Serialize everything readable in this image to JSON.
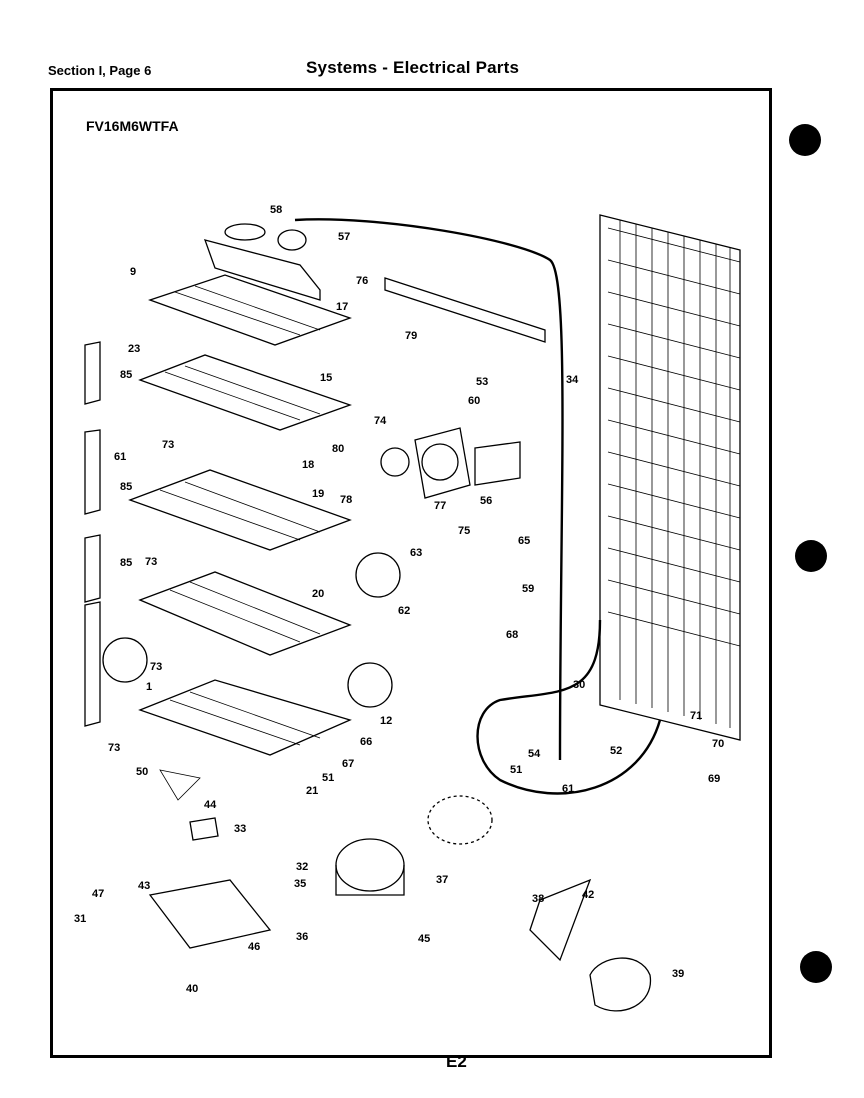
{
  "header": {
    "section": "Section I, Page 6",
    "title": "Systems - Electrical Parts"
  },
  "model": "FV16M6WTFA",
  "page_number": "E2",
  "part_labels": [
    "58",
    "57",
    "9",
    "76",
    "17",
    "79",
    "23",
    "85",
    "15",
    "53",
    "60",
    "34",
    "74",
    "80",
    "61",
    "73",
    "18",
    "56",
    "77",
    "78",
    "19",
    "75",
    "65",
    "85",
    "63",
    "73",
    "59",
    "85",
    "62",
    "20",
    "68",
    "73",
    "1",
    "30",
    "12",
    "71",
    "73",
    "66",
    "54",
    "52",
    "70",
    "51",
    "67",
    "51",
    "61",
    "69",
    "21",
    "50",
    "44",
    "33",
    "32",
    "35",
    "37",
    "38",
    "42",
    "47",
    "43",
    "31",
    "36",
    "45",
    "46",
    "40",
    "39"
  ]
}
